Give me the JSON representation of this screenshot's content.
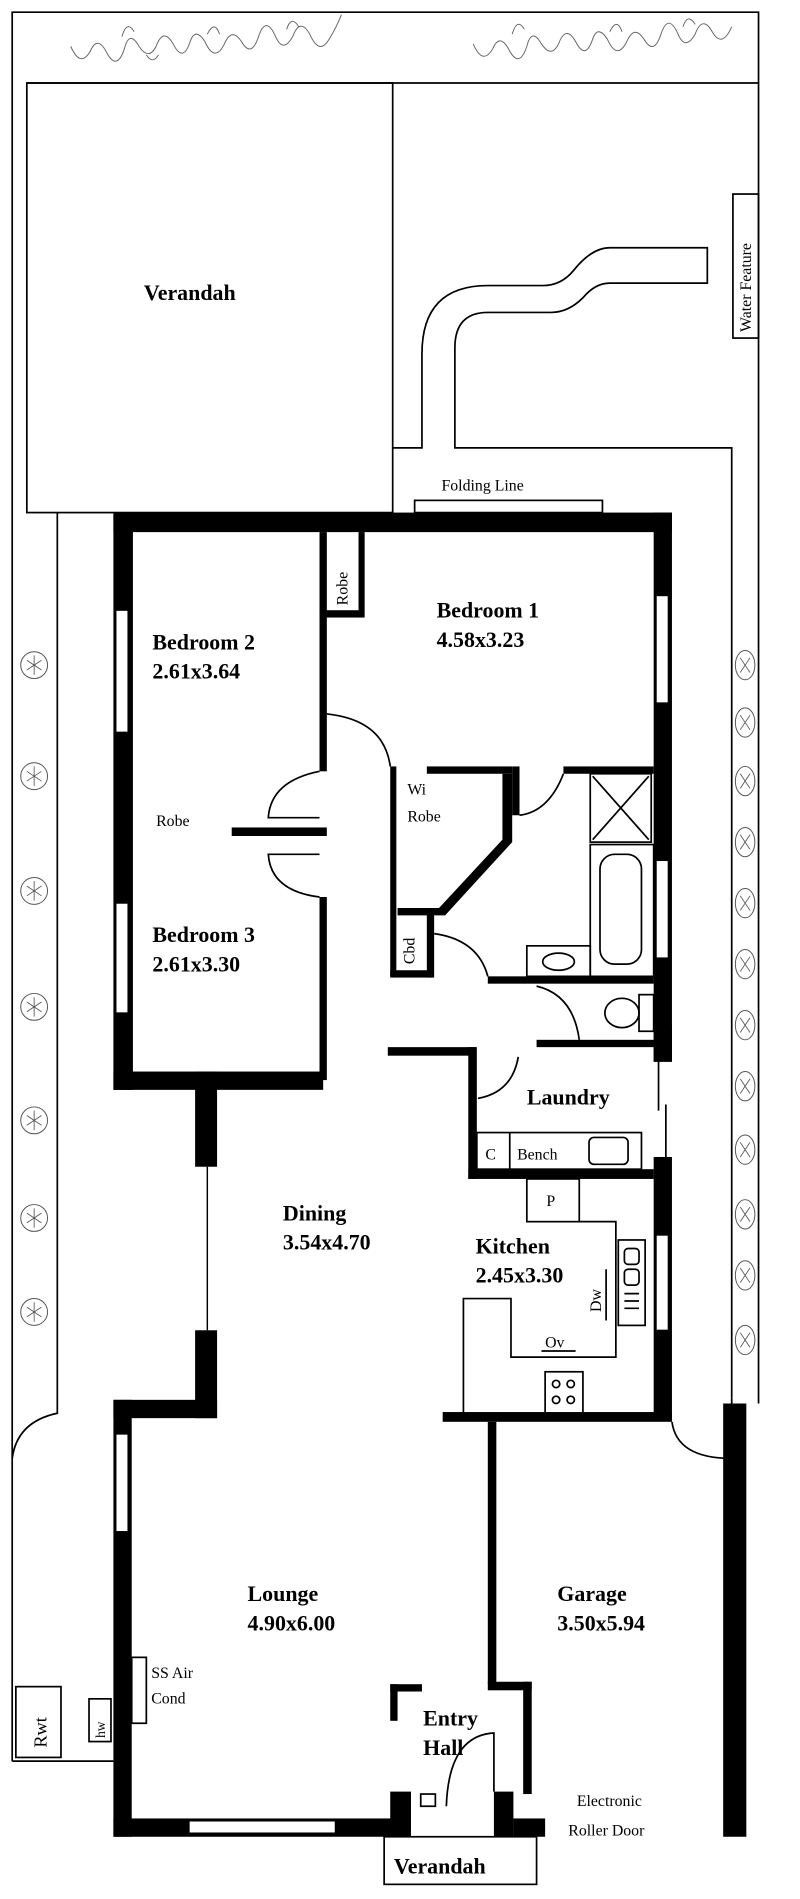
{
  "plan": {
    "outdoor": {
      "rear_verandah": "Verandah",
      "water_feature": "Water Feature",
      "folding_line": "Folding Line",
      "rwt": "Rwt",
      "hw": "hw"
    },
    "rooms": {
      "bedroom1": {
        "name": "Bedroom 1",
        "size": "4.58x3.23"
      },
      "bedroom2": {
        "name": "Bedroom 2",
        "size": "2.61x3.64"
      },
      "bedroom3": {
        "name": "Bedroom 3",
        "size": "2.61x3.30"
      },
      "dining": {
        "name": "Dining",
        "size": "3.54x4.70"
      },
      "kitchen": {
        "name": "Kitchen",
        "size": "2.45x3.30"
      },
      "lounge": {
        "name": "Lounge",
        "size": "4.90x6.00"
      },
      "garage": {
        "name": "Garage",
        "size": "3.50x5.94"
      },
      "laundry": {
        "name": "Laundry"
      },
      "entry": {
        "line1": "Entry",
        "line2": "Hall"
      },
      "front_verandah": "Verandah"
    },
    "fixtures": {
      "robe_bed1": "Robe",
      "robe_bed3": "Robe",
      "wi_robe_line1": "Wi",
      "wi_robe_line2": "Robe",
      "cbd": "Cbd",
      "cupboard": "C",
      "bench": "Bench",
      "pantry": "P",
      "dishwasher": "Dw",
      "oven": "Ov",
      "air_cond_line1": "SS Air",
      "air_cond_line2": "Cond",
      "roller_door_line1": "Electronic",
      "roller_door_line2": "Roller Door"
    }
  }
}
